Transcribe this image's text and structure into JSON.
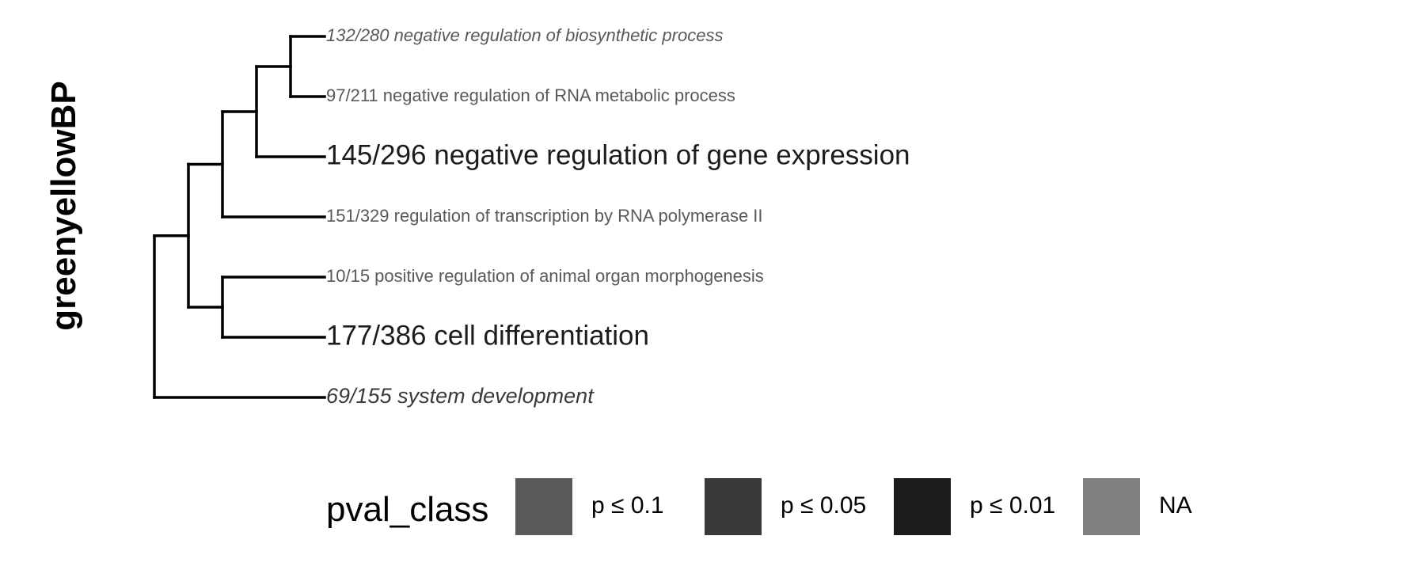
{
  "chart_data": {
    "type": "dendrogram",
    "ylabel": "greenyellowBP",
    "leaves": [
      {
        "label": "132/280 negative regulation of biosynthetic process",
        "pval_class": "p ≤ 0.1",
        "style": "italic"
      },
      {
        "label": "97/211 negative regulation of RNA metabolic process",
        "pval_class": "p ≤ 0.1",
        "style": "normal"
      },
      {
        "label": "145/296 negative regulation of gene expression",
        "pval_class": "p ≤ 0.01",
        "style": "normal"
      },
      {
        "label": "151/329 regulation of transcription by RNA polymerase II",
        "pval_class": "p ≤ 0.1",
        "style": "normal"
      },
      {
        "label": "10/15 positive regulation of animal organ morphogenesis",
        "pval_class": "p ≤ 0.1",
        "style": "normal"
      },
      {
        "label": "177/386 cell differentiation",
        "pval_class": "p ≤ 0.01",
        "style": "normal"
      },
      {
        "label": "69/155 system development",
        "pval_class": "p ≤ 0.05",
        "style": "italic"
      }
    ],
    "tree": [
      [
        [
          [
            [
              "132/280 negative regulation of biosynthetic process",
              "97/211 negative regulation of RNA metabolic process"
            ],
            "145/296 negative regulation of gene expression"
          ],
          "151/329 regulation of transcription by RNA polymerase II"
        ],
        [
          "10/15 positive regulation of animal organ morphogenesis",
          "177/386 cell differentiation"
        ]
      ],
      "69/155 system development"
    ],
    "legend": {
      "title": "pval_class",
      "placement": "bottom",
      "entries": [
        {
          "label": "p ≤ 0.1",
          "color": "#595959"
        },
        {
          "label": "p ≤ 0.05",
          "color": "#3a3a3a"
        },
        {
          "label": "p ≤ 0.01",
          "color": "#1c1c1c"
        },
        {
          "label": "NA",
          "color": "#808080"
        }
      ]
    }
  }
}
